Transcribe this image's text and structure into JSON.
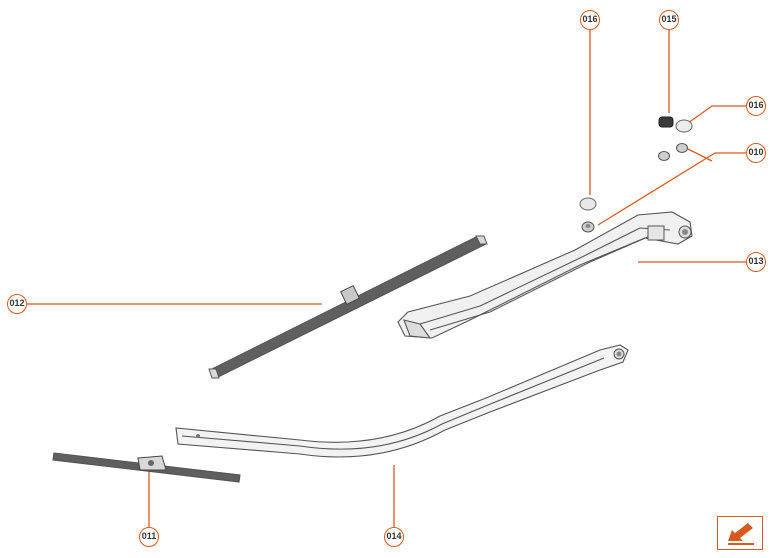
{
  "diagram": {
    "accent_color": "#d75a1e",
    "callouts": [
      {
        "id": "c016a",
        "label": "016"
      },
      {
        "id": "c015",
        "label": "015"
      },
      {
        "id": "c016b",
        "label": "016"
      },
      {
        "id": "c010",
        "label": "010"
      },
      {
        "id": "c013",
        "label": "013"
      },
      {
        "id": "c012",
        "label": "012"
      },
      {
        "id": "c011",
        "label": "011"
      },
      {
        "id": "c014",
        "label": "014"
      }
    ],
    "nav_icon": "arrow-down-left-icon"
  }
}
